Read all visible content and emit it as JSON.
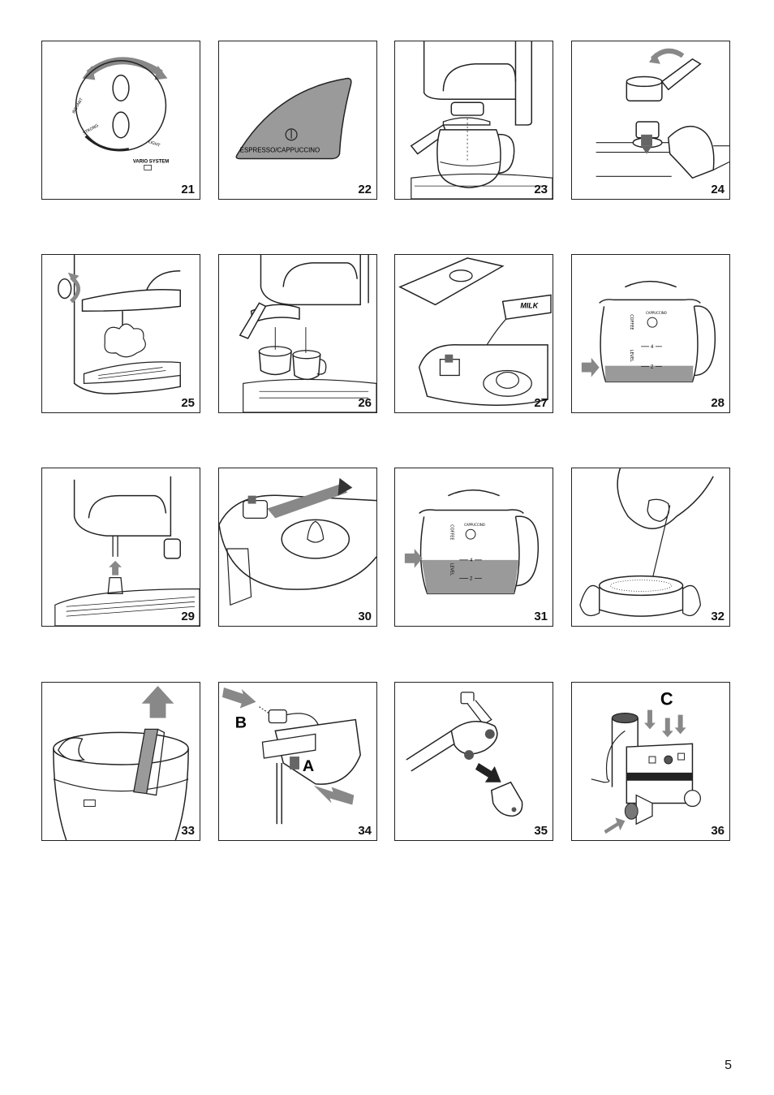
{
  "figures": [
    {
      "number": "21",
      "texts": {
        "brand": "VARIO SYSTEM",
        "instant": "INSTANT",
        "strong": "STRONG",
        "light": "LIGHT"
      }
    },
    {
      "number": "22",
      "texts": {
        "label": "ESPRESSO/CAPPUCCINO"
      }
    },
    {
      "number": "23"
    },
    {
      "number": "24"
    },
    {
      "number": "25"
    },
    {
      "number": "26"
    },
    {
      "number": "27",
      "texts": {
        "carton": "MILK"
      }
    },
    {
      "number": "28",
      "texts": {
        "coffee": "COFFEE",
        "level": "LEVEL",
        "mark4": "4",
        "mark2": "2",
        "badge": "CAPPUCCINO"
      }
    },
    {
      "number": "29"
    },
    {
      "number": "30"
    },
    {
      "number": "31",
      "texts": {
        "coffee": "COFFEE",
        "level": "LEVEL",
        "mark4": "4",
        "mark2": "2",
        "badge": "CAPPUCCINO"
      }
    },
    {
      "number": "32"
    },
    {
      "number": "33"
    },
    {
      "number": "34",
      "texts": {
        "labelA": "A",
        "labelB": "B"
      }
    },
    {
      "number": "35"
    },
    {
      "number": "36",
      "texts": {
        "labelC": "C"
      }
    }
  ],
  "page_number": "5",
  "colors": {
    "line": "#222222",
    "gray": "#9a9a9a",
    "darkgray": "#555555"
  }
}
